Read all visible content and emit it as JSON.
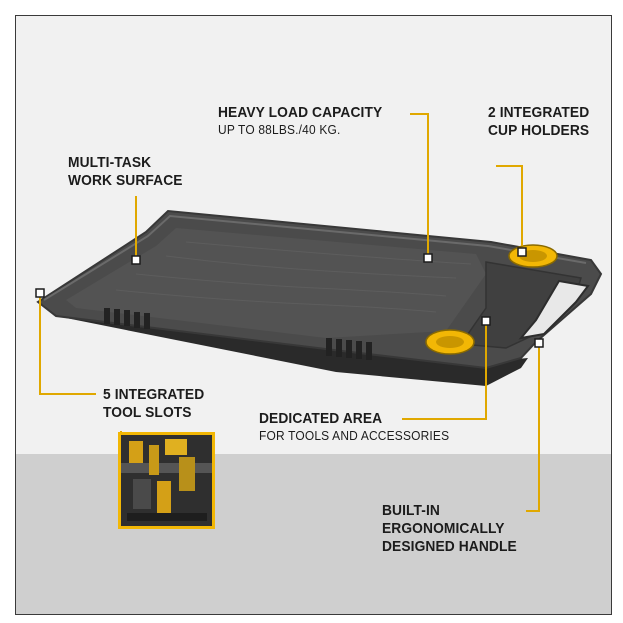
{
  "callouts": {
    "heavy_load": {
      "title": "HEAVY LOAD CAPACITY",
      "sub": "UP TO 88LBS./40 KG."
    },
    "cup_holders": {
      "line1": "2 INTEGRATED",
      "line2": "CUP HOLDERS"
    },
    "multi_task": {
      "line1": "MULTI-TASK",
      "line2": "WORK SURFACE"
    },
    "tool_slots": {
      "line1": "5 INTEGRATED",
      "line2": "TOOL SLOTS"
    },
    "dedicated_area": {
      "title": "DEDICATED AREA",
      "sub": "FOR TOOLS AND ACCESSORIES"
    },
    "handle": {
      "line1": "BUILT-IN",
      "line2": "ERGONOMICALLY",
      "line3": "DESIGNED HANDLE"
    }
  },
  "colors": {
    "accent": "#f2b705",
    "tray": "#4a4a4a",
    "tray_dark": "#2e2e2e",
    "text": "#1c1c1c"
  }
}
